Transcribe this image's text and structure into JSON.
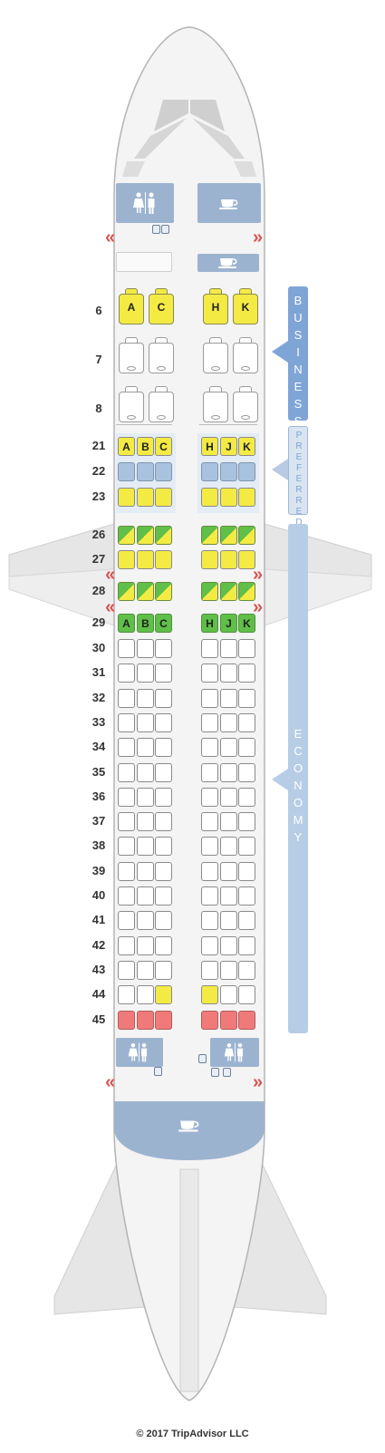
{
  "colors": {
    "fuselage": "#f4f4f4",
    "outline": "#b4b4b4",
    "wing": "#e4e4e4",
    "facility": "#9cb3d0",
    "business_tag": "#7fa5d6",
    "economy_tag": "#b7cde6",
    "exit_red": "#d9534f",
    "seat_yellow": "#f4ea44",
    "seat_green": "#5fbf48",
    "seat_blue": "#a9c2dd",
    "seat_red": "#f07a7a"
  },
  "sections": {
    "business": "BUSINESS",
    "preferred": "PREFERRED",
    "economy": "ECONOMY"
  },
  "icons": {
    "lavatory": "lavatory-icon",
    "galley": "galley-cup-icon",
    "exit": "exit-arrow-icon"
  },
  "exit_glyph_left": "«",
  "exit_glyph_right": "»",
  "business_rows": [
    {
      "row": "6",
      "left": [
        {
          "letter": "A",
          "type": "yellow"
        },
        {
          "letter": "C",
          "type": "yellow"
        }
      ],
      "right": [
        {
          "letter": "H",
          "type": "yellow"
        },
        {
          "letter": "K",
          "type": "yellow"
        }
      ]
    },
    {
      "row": "7",
      "left": [
        {
          "letter": "",
          "type": "std"
        },
        {
          "letter": "",
          "type": "std"
        }
      ],
      "right": [
        {
          "letter": "",
          "type": "std"
        },
        {
          "letter": "",
          "type": "std"
        }
      ]
    },
    {
      "row": "8",
      "left": [
        {
          "letter": "",
          "type": "std"
        },
        {
          "letter": "",
          "type": "std"
        }
      ],
      "right": [
        {
          "letter": "",
          "type": "std"
        },
        {
          "letter": "",
          "type": "std"
        }
      ]
    }
  ],
  "economy_rows": [
    {
      "row": "21",
      "seats": [
        [
          "A",
          "yellow"
        ],
        [
          "B",
          "yellow"
        ],
        [
          "C",
          "yellow"
        ],
        [
          "H",
          "yellow"
        ],
        [
          "J",
          "yellow"
        ],
        [
          "K",
          "yellow"
        ]
      ]
    },
    {
      "row": "22",
      "seats": [
        [
          "",
          "blue"
        ],
        [
          "",
          "blue"
        ],
        [
          "",
          "blue"
        ],
        [
          "",
          "blue"
        ],
        [
          "",
          "blue"
        ],
        [
          "",
          "blue"
        ]
      ]
    },
    {
      "row": "23",
      "seats": [
        [
          "",
          "yellow"
        ],
        [
          "",
          "yellow"
        ],
        [
          "",
          "yellow"
        ],
        [
          "",
          "yellow"
        ],
        [
          "",
          "yellow"
        ],
        [
          "",
          "yellow"
        ]
      ]
    },
    {
      "row": "26",
      "seats": [
        [
          "",
          "greenyellow"
        ],
        [
          "",
          "greenyellow"
        ],
        [
          "",
          "greenyellow"
        ],
        [
          "",
          "greenyellow"
        ],
        [
          "",
          "greenyellow"
        ],
        [
          "",
          "greenyellow"
        ]
      ]
    },
    {
      "row": "27",
      "seats": [
        [
          "",
          "yellow"
        ],
        [
          "",
          "yellow"
        ],
        [
          "",
          "yellow"
        ],
        [
          "",
          "yellow"
        ],
        [
          "",
          "yellow"
        ],
        [
          "",
          "yellow"
        ]
      ]
    },
    {
      "row": "28",
      "seats": [
        [
          "",
          "greenyellow"
        ],
        [
          "",
          "greenyellow"
        ],
        [
          "",
          "greenyellow"
        ],
        [
          "",
          "greenyellow"
        ],
        [
          "",
          "greenyellow"
        ],
        [
          "",
          "greenyellow"
        ]
      ]
    },
    {
      "row": "29",
      "seats": [
        [
          "A",
          "green"
        ],
        [
          "B",
          "green"
        ],
        [
          "C",
          "green"
        ],
        [
          "H",
          "green"
        ],
        [
          "J",
          "green"
        ],
        [
          "K",
          "green"
        ]
      ]
    },
    {
      "row": "30",
      "seats": [
        [
          "",
          "std"
        ],
        [
          "",
          "std"
        ],
        [
          "",
          "std"
        ],
        [
          "",
          "std"
        ],
        [
          "",
          "std"
        ],
        [
          "",
          "std"
        ]
      ]
    },
    {
      "row": "31",
      "seats": [
        [
          "",
          "std"
        ],
        [
          "",
          "std"
        ],
        [
          "",
          "std"
        ],
        [
          "",
          "std"
        ],
        [
          "",
          "std"
        ],
        [
          "",
          "std"
        ]
      ]
    },
    {
      "row": "32",
      "seats": [
        [
          "",
          "std"
        ],
        [
          "",
          "std"
        ],
        [
          "",
          "std"
        ],
        [
          "",
          "std"
        ],
        [
          "",
          "std"
        ],
        [
          "",
          "std"
        ]
      ]
    },
    {
      "row": "33",
      "seats": [
        [
          "",
          "std"
        ],
        [
          "",
          "std"
        ],
        [
          "",
          "std"
        ],
        [
          "",
          "std"
        ],
        [
          "",
          "std"
        ],
        [
          "",
          "std"
        ]
      ]
    },
    {
      "row": "34",
      "seats": [
        [
          "",
          "std"
        ],
        [
          "",
          "std"
        ],
        [
          "",
          "std"
        ],
        [
          "",
          "std"
        ],
        [
          "",
          "std"
        ],
        [
          "",
          "std"
        ]
      ]
    },
    {
      "row": "35",
      "seats": [
        [
          "",
          "std"
        ],
        [
          "",
          "std"
        ],
        [
          "",
          "std"
        ],
        [
          "",
          "std"
        ],
        [
          "",
          "std"
        ],
        [
          "",
          "std"
        ]
      ]
    },
    {
      "row": "36",
      "seats": [
        [
          "",
          "std"
        ],
        [
          "",
          "std"
        ],
        [
          "",
          "std"
        ],
        [
          "",
          "std"
        ],
        [
          "",
          "std"
        ],
        [
          "",
          "std"
        ]
      ]
    },
    {
      "row": "37",
      "seats": [
        [
          "",
          "std"
        ],
        [
          "",
          "std"
        ],
        [
          "",
          "std"
        ],
        [
          "",
          "std"
        ],
        [
          "",
          "std"
        ],
        [
          "",
          "std"
        ]
      ]
    },
    {
      "row": "38",
      "seats": [
        [
          "",
          "std"
        ],
        [
          "",
          "std"
        ],
        [
          "",
          "std"
        ],
        [
          "",
          "std"
        ],
        [
          "",
          "std"
        ],
        [
          "",
          "std"
        ]
      ]
    },
    {
      "row": "39",
      "seats": [
        [
          "",
          "std"
        ],
        [
          "",
          "std"
        ],
        [
          "",
          "std"
        ],
        [
          "",
          "std"
        ],
        [
          "",
          "std"
        ],
        [
          "",
          "std"
        ]
      ]
    },
    {
      "row": "40",
      "seats": [
        [
          "",
          "std"
        ],
        [
          "",
          "std"
        ],
        [
          "",
          "std"
        ],
        [
          "",
          "std"
        ],
        [
          "",
          "std"
        ],
        [
          "",
          "std"
        ]
      ]
    },
    {
      "row": "41",
      "seats": [
        [
          "",
          "std"
        ],
        [
          "",
          "std"
        ],
        [
          "",
          "std"
        ],
        [
          "",
          "std"
        ],
        [
          "",
          "std"
        ],
        [
          "",
          "std"
        ]
      ]
    },
    {
      "row": "42",
      "seats": [
        [
          "",
          "std"
        ],
        [
          "",
          "std"
        ],
        [
          "",
          "std"
        ],
        [
          "",
          "std"
        ],
        [
          "",
          "std"
        ],
        [
          "",
          "std"
        ]
      ]
    },
    {
      "row": "43",
      "seats": [
        [
          "",
          "std"
        ],
        [
          "",
          "std"
        ],
        [
          "",
          "std"
        ],
        [
          "",
          "std"
        ],
        [
          "",
          "std"
        ],
        [
          "",
          "std"
        ]
      ]
    },
    {
      "row": "44",
      "seats": [
        [
          "",
          "std"
        ],
        [
          "",
          "std"
        ],
        [
          "",
          "yellow"
        ],
        [
          "",
          "yellow"
        ],
        [
          "",
          "std"
        ],
        [
          "",
          "std"
        ]
      ]
    },
    {
      "row": "45",
      "seats": [
        [
          "",
          "red"
        ],
        [
          "",
          "red"
        ],
        [
          "",
          "red"
        ],
        [
          "",
          "red"
        ],
        [
          "",
          "red"
        ],
        [
          "",
          "red"
        ]
      ]
    }
  ],
  "copyright": "© 2017 TripAdvisor LLC"
}
